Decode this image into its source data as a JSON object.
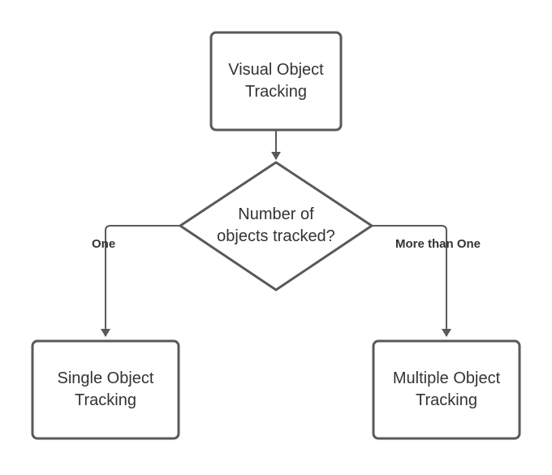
{
  "nodes": {
    "root": "Visual Object\nTracking",
    "decision": "Number of\nobjects tracked?",
    "single": "Single Object\nTracking",
    "multiple": "Multiple Object\nTracking"
  },
  "edges": {
    "left_label": "One",
    "right_label": "More than One"
  },
  "colors": {
    "stroke": "#595959",
    "text": "#333333",
    "background": "#ffffff"
  }
}
